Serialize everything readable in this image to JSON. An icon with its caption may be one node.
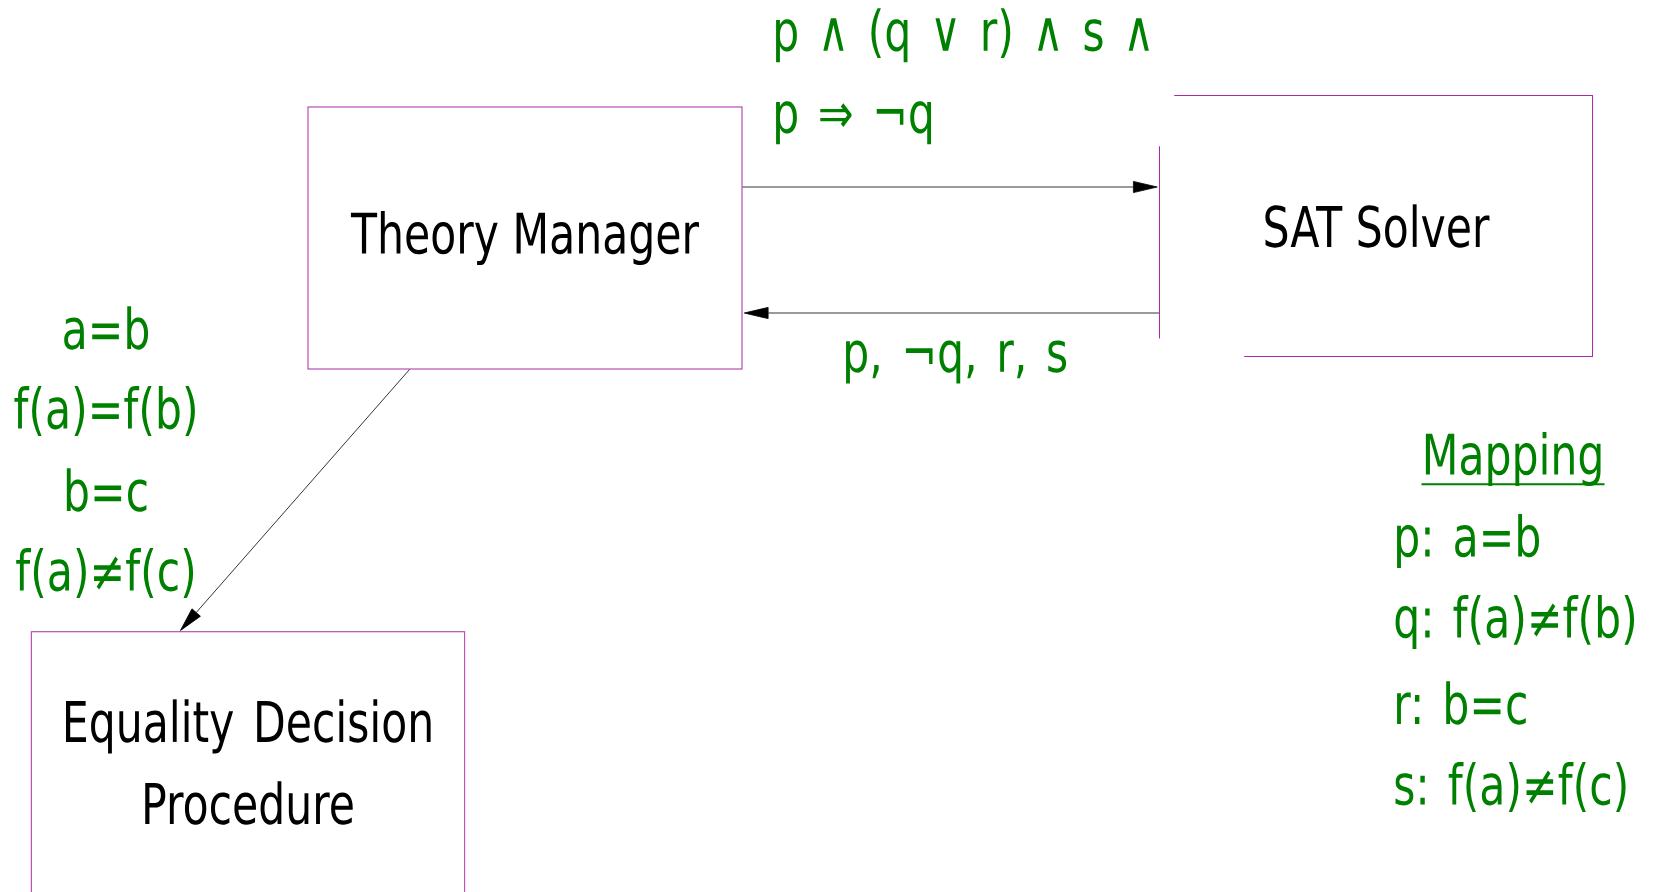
{
  "diagram": {
    "nodes": [
      {
        "text": [
          "Theory Manager"
        ]
      },
      {
        "text": [
          "SAT Solver"
        ]
      },
      {
        "text": [
          "Equality Decision Procedure"
        ]
      }
    ],
    "edges": [
      {
        "from": 0,
        "to": 1,
        "arrow": "to",
        "label": "p ∧ (q ∨ r) ∧ s ∧ p ⇒ ¬q"
      },
      {
        "from": 1,
        "to": 0,
        "arrow": "to",
        "label": "p, ¬q, r, s"
      },
      {
        "from": 0,
        "to": 2,
        "arrow": "to"
      }
    ],
    "labels": [
      "a=b",
      "f(a)=f(b)",
      "b=c",
      "f(a)≠f(c)",
      "Mapping",
      "p: a=b",
      "q: f(a)≠f(b)",
      "r: b=c",
      "s: f(a)≠f(c)"
    ]
  }
}
